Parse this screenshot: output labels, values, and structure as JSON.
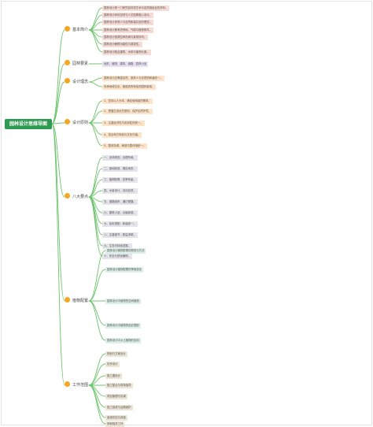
{
  "title": "园林设计思维导图",
  "branches": [
    {
      "label": "基本简介",
      "items": [
        "园林设计是一门研究如何将艺术与自然相结合的学科，",
        "园林设计师将自然与人文因素融入设计。",
        "园林设计体现人与自然和谐共处的理念。",
        "园林设计需考虑场地、气候与植物条件。",
        "园林设计强调空间布局与景观序列。",
        "园林设计兼顾功能性与观赏性。",
        "园林设计融合建筑、水体与植物元素。"
      ]
    },
    {
      "label": "园林要素",
      "items": [
        "地形、植物、建筑、道路、园林小品"
      ]
    },
    {
      "label": "设计理念",
      "items": [
        "园林设计应尊重自然，追求人与自然的和谐统一。",
        "传承地域文化，营造具有特色的园林景观。"
      ]
    },
    {
      "label": "设计原则",
      "items": [
        "1、坚持以人为本，满足使用者的需求。",
        "2、遵循生态优先原则，保护自然环境。",
        "3、注重经济性与实用性的统一。",
        "4、突出地方特色与文化内涵。",
        "5、整体协调，局部与整体相统一。"
      ]
    },
    {
      "label": "八大要点",
      "items": [
        "一、总体规划，合理布局。",
        "二、因地制宜，顺应地形。",
        "三、植物配置，四季有景。",
        "四、水景设计，灵动自然。",
        "五、道路组织，通达便捷。",
        "六、建筑小品，点缀景观。",
        "七、色彩搭配，和谐统一。",
        "八、注重细节，精益求精。",
        "九、生态可持续发展。",
        "十、安全与舒适兼顾。"
      ]
    },
    {
      "label": "植物配置",
      "items": [
        "园林设计植物配置的原则与方法",
        "园林设计植物配置的季相变化",
        "园林设计中植物的空间营造",
        "园林设计中植物的色彩搭配",
        "园林设计中乡土植物的应用"
      ]
    },
    {
      "label": "工作范围",
      "items": [
        "规划与方案设计",
        "初步设计",
        "施工图设计",
        "施工配合与现场指导",
        "项目管理与协调",
        "竣工验收与后期维护",
        "景观评估与改造",
        "其他相关工作"
      ]
    }
  ],
  "colors": {
    "root": "#2f9a52",
    "connector": "#6cc46c",
    "dot": "#f5a623"
  }
}
